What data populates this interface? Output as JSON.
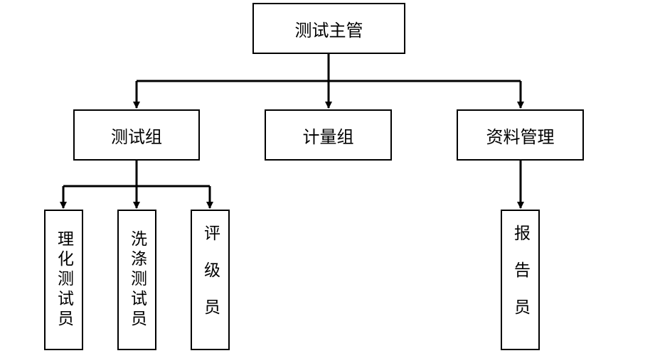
{
  "org_chart": {
    "root": {
      "label": "测试主管"
    },
    "groups": [
      {
        "label": "测试组",
        "members": [
          {
            "label": "理化测试员"
          },
          {
            "label": "洗涤测试员"
          },
          {
            "label": "评级员"
          }
        ]
      },
      {
        "label": "计量组",
        "members": []
      },
      {
        "label": "资料管理",
        "members": [
          {
            "label": "报告员"
          }
        ]
      }
    ]
  },
  "colors": {
    "line": "#000000",
    "box_border": "#000000",
    "background": "#ffffff",
    "text": "#000000"
  }
}
